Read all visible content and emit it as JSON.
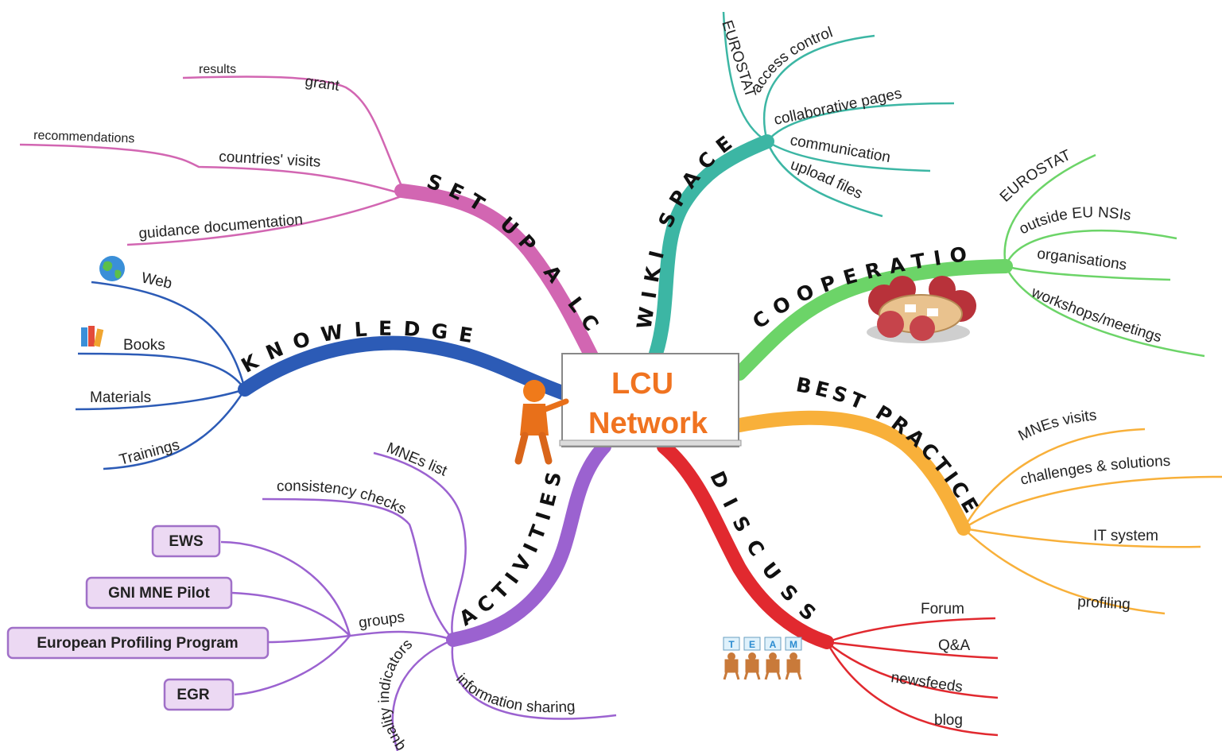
{
  "center": {
    "line1": "LCU",
    "line2": "Network"
  },
  "colors": {
    "set_up": "#d266b2",
    "wiki": "#3cb6a4",
    "cooperation": "#6cd468",
    "best_practices": "#f8b03a",
    "discuss": "#e1292f",
    "activities": "#9b62d0",
    "knowledge": "#2c5bb6",
    "center_text": "#f07320",
    "box_fill": "#ecd9f3"
  },
  "branches": {
    "set_up": {
      "label": "SET UP A LCU",
      "leaves": [
        "grant",
        "results",
        "countries' visits",
        "recommendations",
        "guidance documentation"
      ]
    },
    "wiki": {
      "label": "WIKI SPACE",
      "leaves": [
        "EUROSTAT",
        "access control",
        "collaborative pages",
        "communication",
        "upload files"
      ]
    },
    "cooperation": {
      "label": "COOPERATION",
      "leaves": [
        "EUROSTAT",
        "outside EU NSIs",
        "organisations",
        "workshops/meetings"
      ]
    },
    "best_practices": {
      "label": "BEST PRACTICES",
      "leaves": [
        "MNEs visits",
        "challenges & solutions",
        "IT system",
        "profiling"
      ]
    },
    "discuss": {
      "label": "DISCUSS",
      "leaves": [
        "Forum",
        "Q&A",
        "newsfeeds",
        "blog"
      ],
      "team_letters": [
        "T",
        "E",
        "A",
        "M"
      ]
    },
    "activities": {
      "label": "ACTIVITIES",
      "leaves": [
        "MNEs list",
        "consistency checks",
        "groups",
        "quality indicators",
        "information sharing"
      ],
      "groups": [
        "EWS",
        "GNI MNE Pilot",
        "European Profiling Program",
        "EGR"
      ]
    },
    "knowledge": {
      "label": "KNOWLEDGE",
      "leaves": [
        "Web",
        "Books",
        "Materials",
        "Trainings"
      ]
    }
  },
  "icons": [
    "globe-icon",
    "books-icon",
    "person-pointer-icon",
    "meeting-table-icon",
    "team-figures-icon"
  ]
}
